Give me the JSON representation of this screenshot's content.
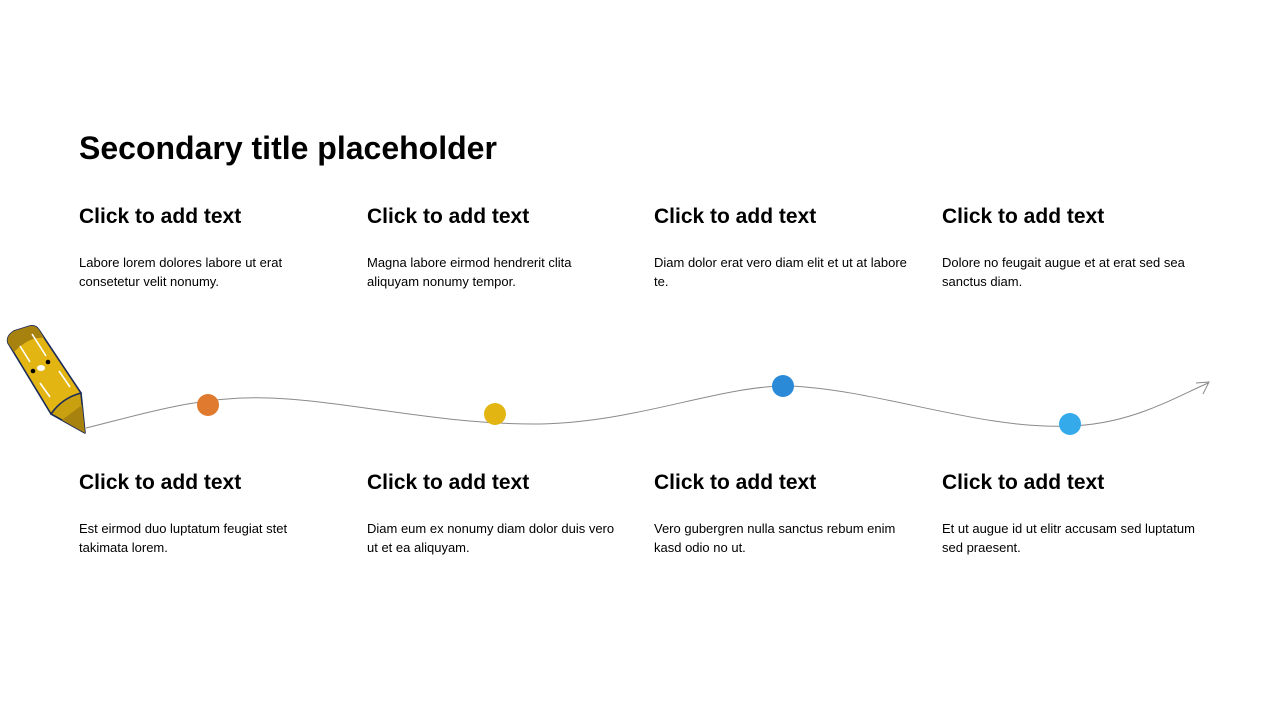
{
  "title": "Secondary title placeholder",
  "top": [
    {
      "heading": "Click to add text",
      "body": "Labore lorem dolores labore ut erat consetetur velit nonumy."
    },
    {
      "heading": "Click to add text",
      "body": "Magna labore eirmod hendrerit clita aliquyam nonumy tempor."
    },
    {
      "heading": "Click to add text",
      "body": "Diam dolor erat vero diam elit et ut at labore te."
    },
    {
      "heading": "Click to add text",
      "body": "Dolore no feugait augue et at erat sed sea sanctus diam."
    }
  ],
  "bottom": [
    {
      "heading": "Click to add text",
      "body": "Est eirmod duo luptatum feugiat stet takimata lorem."
    },
    {
      "heading": "Click to add text",
      "body": "Diam eum ex nonumy diam dolor duis vero ut et ea aliquyam."
    },
    {
      "heading": "Click to add text",
      "body": "Vero gubergren nulla sanctus rebum enim kasd odio no ut."
    },
    {
      "heading": "Click to add text",
      "body": "Et ut augue id ut elitr accusam sed luptatum sed praesent."
    }
  ],
  "colors": {
    "dot1": "#e07a2e",
    "dot2": "#e3b512",
    "dot3": "#2b8ad8",
    "dot4": "#35aaea",
    "pencil": "#e3b512"
  }
}
